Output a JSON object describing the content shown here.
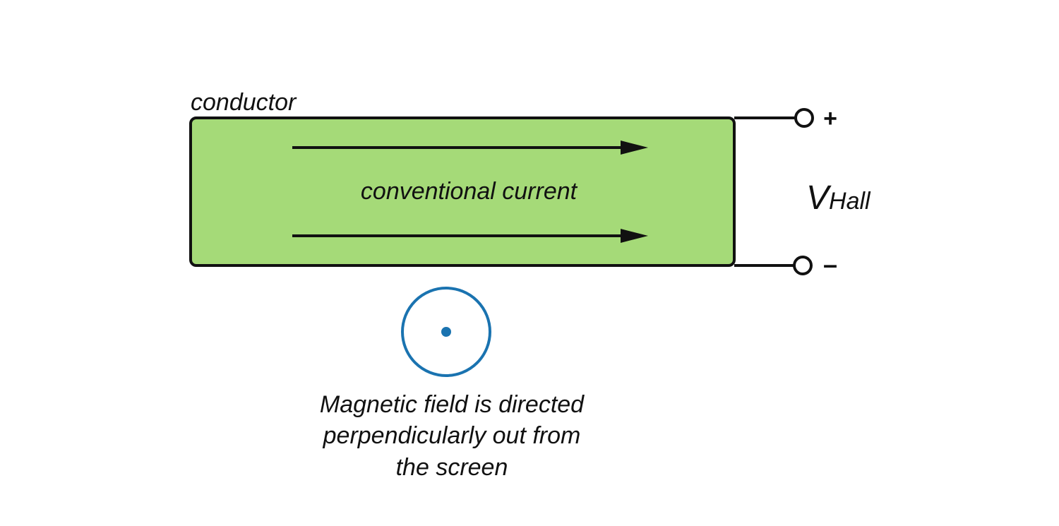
{
  "labels": {
    "conductor": "conductor",
    "current": "conventional current",
    "voltage_main": "V",
    "voltage_sub": "Hall",
    "plus": "+",
    "minus": "–",
    "field_line1": "Magnetic field is directed",
    "field_line2": "perpendicularly out from",
    "field_line3": "the screen"
  },
  "colors": {
    "conductor_fill": "#a5da78",
    "outline": "#111111",
    "field_symbol": "#1a73b0",
    "background": "#ffffff"
  },
  "icons": {
    "field_symbol": "field-out-of-page-icon",
    "current_arrow": "arrow-right-icon",
    "terminal": "open-circle-terminal-icon"
  }
}
